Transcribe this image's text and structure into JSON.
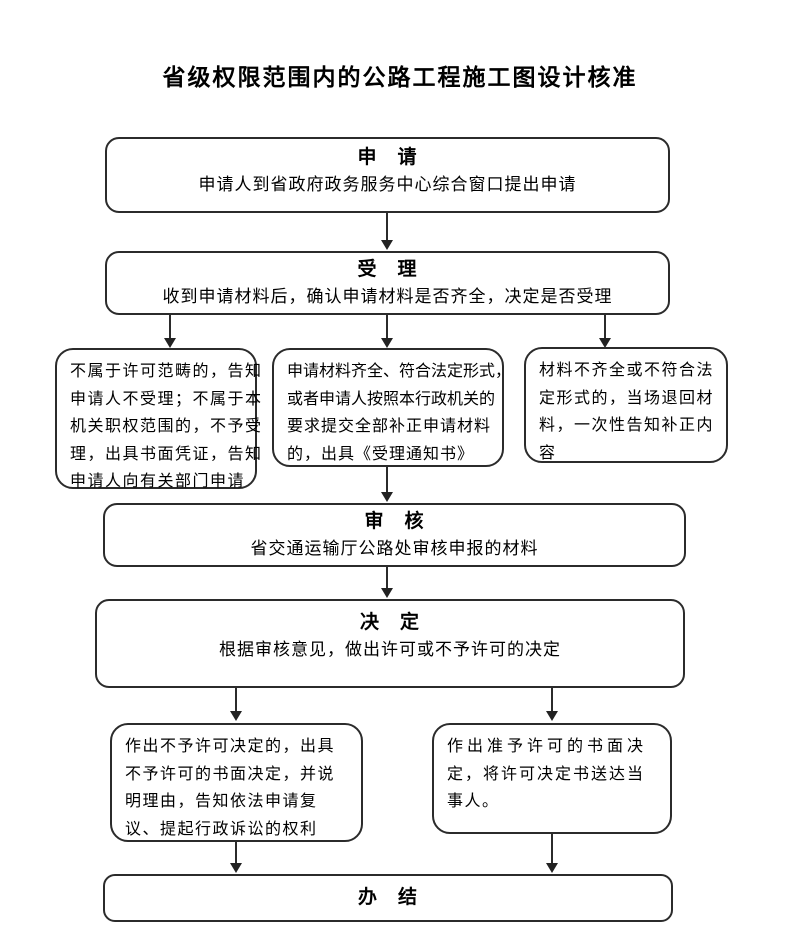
{
  "page": {
    "title": "省级权限范围内的公路工程施工图设计核准"
  },
  "flowchart": {
    "steps": {
      "apply": {
        "heading": "申　请",
        "body": "申请人到省政府政务服务中心综合窗口提出申请"
      },
      "accept": {
        "heading": "受　理",
        "body": "收到申请材料后，确认申请材料是否齐全，决定是否受理"
      },
      "review": {
        "heading": "审　核",
        "body": "省交通运输厅公路处审核申报的材料"
      },
      "decide": {
        "heading": "决　定",
        "body": "根据审核意见，做出许可或不予许可的决定"
      },
      "close": {
        "heading": "办　结"
      }
    },
    "branches": {
      "not_accepted": {
        "lines": [
          "不属于许可范畴的，告知",
          "申请人不受理；不属于本",
          "机关职权范围的，不予受",
          "理，出具书面凭证，告知",
          "申请人向有关部门申请"
        ]
      },
      "accepted": {
        "lines": [
          "申请材料齐全、符合法定形式，",
          "或者申请人按照本行政机关的",
          "要求提交全部补正申请材料",
          "的，出具《受理通知书》"
        ]
      },
      "incomplete": {
        "lines": [
          "材料不齐全或不符合法",
          "定形式的，当场退回材",
          "料，一次性告知补正内",
          "容"
        ]
      },
      "deny": {
        "lines": [
          "作出不予许可决定的，出具",
          "不予许可的书面决定，并说",
          "明理由，告知依法申请复",
          "议、提起行政诉讼的权利"
        ]
      },
      "grant": {
        "lines": [
          "作出准予许可的书面决",
          "定，将许可决定书送达当",
          "事人。"
        ]
      }
    },
    "colors": {
      "border": "#2b2b2b",
      "text": "#000000",
      "background": "#ffffff"
    }
  }
}
